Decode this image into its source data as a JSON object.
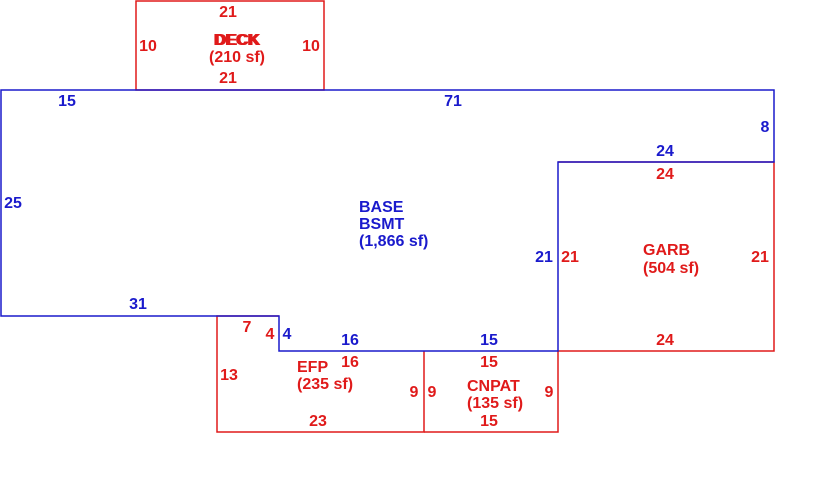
{
  "colors": {
    "base": "#1a1acc",
    "addition": "#e01a1a"
  },
  "areas": {
    "deck": {
      "name_a": "DECK",
      "name_b": "DECK",
      "area": "(210 sf)"
    },
    "base": {
      "name_a": "BASE",
      "name_b": "BSMT",
      "area": "(1,866 sf)"
    },
    "garb": {
      "name": "GARB",
      "area": "(504 sf)"
    },
    "efp": {
      "name": "EFP",
      "area": "(235 sf)"
    },
    "cnpat": {
      "name": "CNPAT",
      "area": "(135 sf)"
    }
  },
  "dimensions": {
    "deck_top": "21",
    "deck_bottom": "21",
    "deck_left": "10",
    "deck_right": "10",
    "base_top_left": "15",
    "base_top": "71",
    "base_right_upper": "8",
    "base_left": "25",
    "base_bottom_left": "31",
    "base_step": "4",
    "base_bottom_mid": "16",
    "base_bottom_right": "15",
    "base_inner": "21",
    "base_garb_top": "24",
    "garb_top": "24",
    "garb_left": "21",
    "garb_right": "21",
    "garb_bottom": "24",
    "efp_top_left": "7",
    "efp_step": "4",
    "efp_left": "13",
    "efp_top": "16",
    "efp_right": "9",
    "efp_bottom": "23",
    "cnpat_top": "15",
    "cnpat_left": "9",
    "cnpat_right": "9",
    "cnpat_bottom": "15"
  }
}
